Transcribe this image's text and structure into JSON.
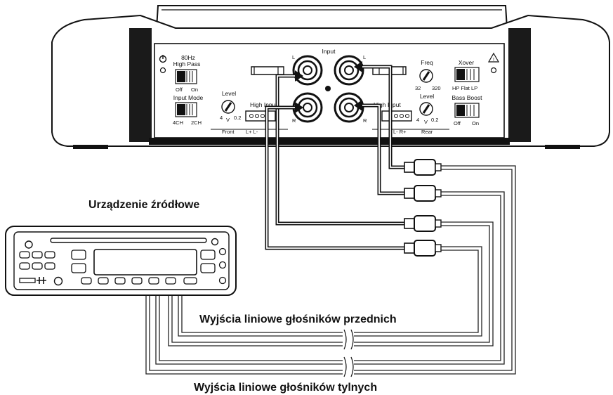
{
  "source_label": "Urządzenie źródłowe",
  "front_outputs_label": "Wyjścia liniowe głośników przednich",
  "rear_outputs_label": "Wyjścia liniowe głośników tylnych",
  "amplifier": {
    "input_label": "Input",
    "high_pass_freq": "80Hz",
    "high_pass_label": "High Pass",
    "high_pass_off": "Off",
    "high_pass_on": "On",
    "input_mode_label": "Input Mode",
    "input_mode_4ch": "4CH",
    "input_mode_2ch": "2CH",
    "level_label": "Level",
    "level_min": "4",
    "level_v": "V",
    "level_max": "0.2",
    "high_input_left": "High Input",
    "high_input_right": "High Input",
    "front_label": "Front",
    "front_terminals": "L+ L-",
    "rear_label": "Rear",
    "rear_terminals": "L- R+",
    "freq_label": "Freq",
    "freq_min": "32",
    "freq_max": "320",
    "xover_label": "Xover",
    "xover_options": "HP Flat LP",
    "bass_boost_label": "Bass Boost",
    "bass_off": "Off",
    "bass_on": "On",
    "jack_L": "L",
    "jack_R": "R"
  }
}
